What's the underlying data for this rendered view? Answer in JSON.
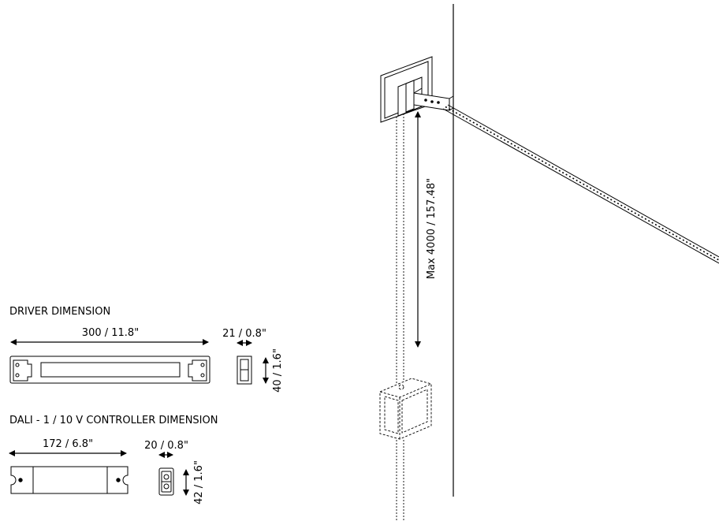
{
  "driver": {
    "title": "DRIVER DIMENSION",
    "length": "300 / 11.8\"",
    "thickness": "21 / 0.8\"",
    "height": "40 / 1.6\""
  },
  "controller": {
    "title": "DALI - 1 / 10 V CONTROLLER DIMENSION",
    "length": "172 / 6.8\"",
    "thickness": "20 / 0.8\"",
    "height": "42 / 1.6\""
  },
  "installation": {
    "max_distance": "Max 4000 / 157.48\""
  }
}
